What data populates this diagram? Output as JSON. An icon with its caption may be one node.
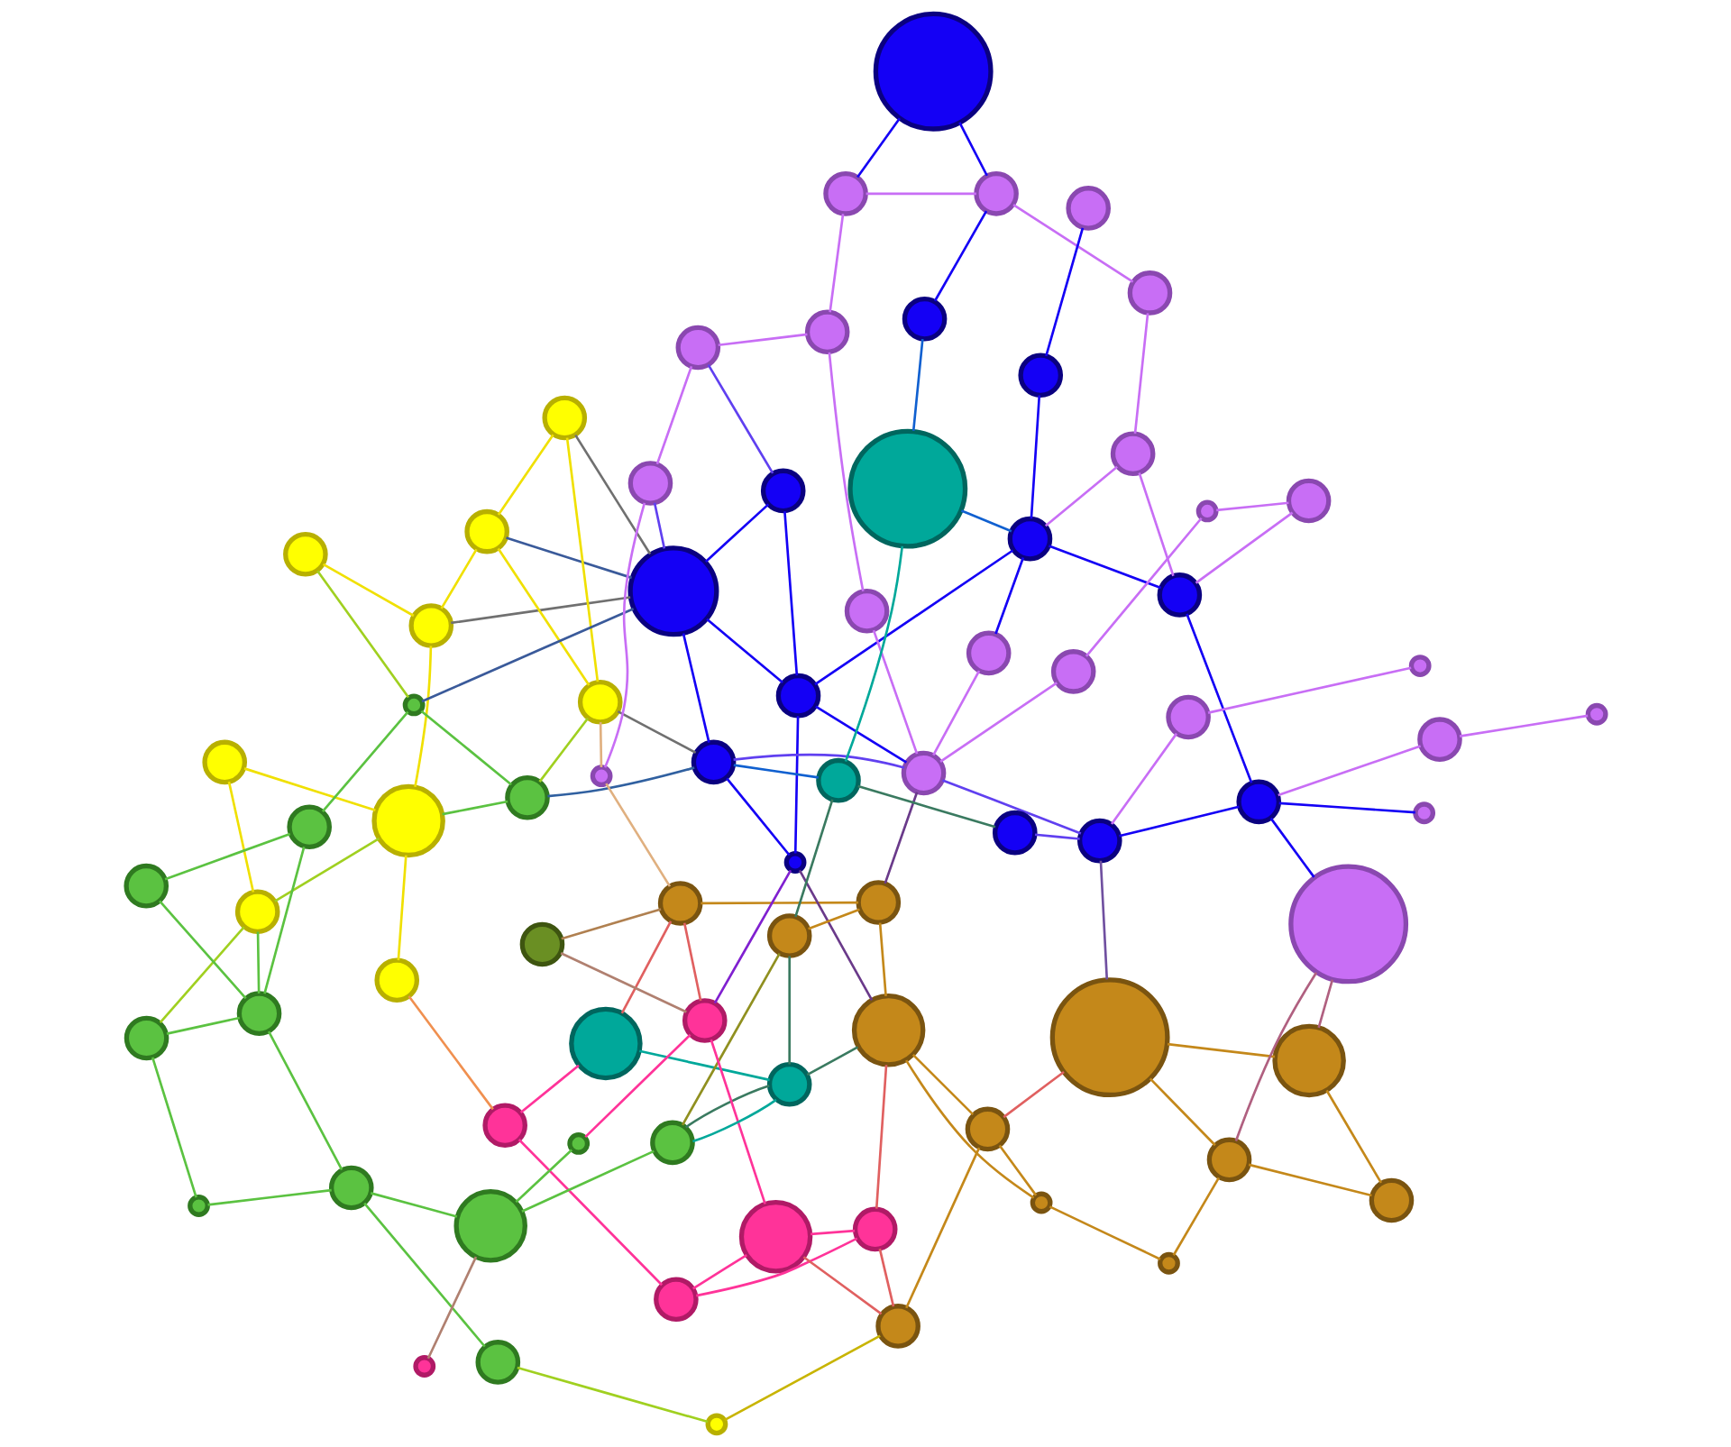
{
  "diagram": {
    "nodes": [
      {
        "text": [],
        "shape": "circle"
      },
      {
        "text": [],
        "shape": "circle"
      },
      {
        "text": [],
        "shape": "circle"
      },
      {
        "text": [],
        "shape": "circle"
      },
      {
        "text": [],
        "shape": "circle"
      },
      {
        "text": [],
        "shape": "circle"
      },
      {
        "text": [],
        "shape": "circle"
      },
      {
        "text": [],
        "shape": "circle"
      },
      {
        "text": [],
        "shape": "circle"
      },
      {
        "text": [],
        "shape": "circle"
      },
      {
        "text": [],
        "shape": "circle"
      },
      {
        "text": [],
        "shape": "circle"
      },
      {
        "text": [],
        "shape": "circle"
      },
      {
        "text": [],
        "shape": "circle"
      },
      {
        "text": [],
        "shape": "circle"
      },
      {
        "text": [],
        "shape": "circle"
      },
      {
        "text": [],
        "shape": "circle"
      },
      {
        "text": [],
        "shape": "circle"
      },
      {
        "text": [],
        "shape": "circle"
      },
      {
        "text": [],
        "shape": "circle"
      },
      {
        "text": [],
        "shape": "circle"
      },
      {
        "text": [],
        "shape": "circle"
      },
      {
        "text": [],
        "shape": "circle"
      },
      {
        "text": [],
        "shape": "circle"
      },
      {
        "text": [],
        "shape": "circle"
      },
      {
        "text": [],
        "shape": "circle"
      },
      {
        "text": [],
        "shape": "circle"
      },
      {
        "text": [],
        "shape": "circle"
      },
      {
        "text": [],
        "shape": "circle"
      },
      {
        "text": [],
        "shape": "circle"
      },
      {
        "text": [],
        "shape": "circle"
      },
      {
        "text": [],
        "shape": "circle"
      },
      {
        "text": [],
        "shape": "circle"
      },
      {
        "text": [],
        "shape": "circle"
      },
      {
        "text": [],
        "shape": "circle"
      },
      {
        "text": [],
        "shape": "circle"
      },
      {
        "text": [],
        "shape": "circle"
      },
      {
        "text": [],
        "shape": "circle"
      },
      {
        "text": [],
        "shape": "circle"
      },
      {
        "text": [],
        "shape": "circle"
      },
      {
        "text": [],
        "shape": "circle"
      },
      {
        "text": [],
        "shape": "circle"
      },
      {
        "text": [],
        "shape": "circle"
      },
      {
        "text": [],
        "shape": "circle"
      },
      {
        "text": [],
        "shape": "circle"
      },
      {
        "text": [],
        "shape": "circle"
      },
      {
        "text": [],
        "shape": "circle"
      },
      {
        "text": [],
        "shape": "circle"
      },
      {
        "text": [],
        "shape": "circle"
      },
      {
        "text": [],
        "shape": "circle"
      },
      {
        "text": [],
        "shape": "circle"
      },
      {
        "text": [],
        "shape": "circle"
      },
      {
        "text": [],
        "shape": "circle"
      },
      {
        "text": [],
        "shape": "circle"
      },
      {
        "text": [],
        "shape": "circle"
      },
      {
        "text": [],
        "shape": "circle"
      },
      {
        "text": [],
        "shape": "circle"
      },
      {
        "text": [],
        "shape": "circle"
      },
      {
        "text": [],
        "shape": "circle"
      },
      {
        "text": [],
        "shape": "circle"
      },
      {
        "text": [],
        "shape": "circle"
      },
      {
        "text": [],
        "shape": "circle"
      },
      {
        "text": [],
        "shape": "circle"
      },
      {
        "text": [],
        "shape": "circle"
      },
      {
        "text": [],
        "shape": "circle"
      },
      {
        "text": [],
        "shape": "circle"
      },
      {
        "text": [],
        "shape": "circle"
      },
      {
        "text": [],
        "shape": "circle"
      },
      {
        "text": [],
        "shape": "circle"
      },
      {
        "text": [],
        "shape": "circle"
      },
      {
        "text": [],
        "shape": "circle"
      },
      {
        "text": [],
        "shape": "circle"
      },
      {
        "text": [],
        "shape": "circle"
      },
      {
        "text": [],
        "shape": "circle"
      },
      {
        "text": [],
        "shape": "circle"
      },
      {
        "text": [],
        "shape": "circle"
      },
      {
        "text": [],
        "shape": "circle"
      },
      {
        "text": [],
        "shape": "circle"
      },
      {
        "text": [],
        "shape": "circle"
      }
    ],
    "edges": [
      {
        "from": 0,
        "to": 4,
        "arrow": "none",
        "color": "#f0e000"
      },
      {
        "from": 1,
        "to": 2,
        "arrow": "none",
        "color": "#f0e000"
      },
      {
        "from": 2,
        "to": 3,
        "arrow": "none",
        "color": "#f0e000"
      },
      {
        "from": 1,
        "to": 38,
        "arrow": "none",
        "color": "#707070"
      },
      {
        "from": 2,
        "to": 38,
        "arrow": "none",
        "color": "#3a5a9a"
      },
      {
        "from": 3,
        "to": 38,
        "arrow": "none",
        "color": "#707070"
      },
      {
        "from": 0,
        "to": 12,
        "arrow": "none",
        "color": "#f0e000"
      },
      {
        "from": 4,
        "to": 12,
        "arrow": "none",
        "color": "#a0d020"
      },
      {
        "from": 4,
        "to": 10,
        "arrow": "none",
        "color": "#5bc241"
      },
      {
        "from": 4,
        "to": 11,
        "arrow": "none",
        "color": "#a0d020"
      },
      {
        "from": 2,
        "to": 9,
        "arrow": "none",
        "color": "#f0e000"
      },
      {
        "from": 3,
        "to": 9,
        "arrow": "none",
        "color": "#f0e000"
      },
      {
        "from": 9,
        "to": 13,
        "arrow": "none",
        "color": "#a0d020"
      },
      {
        "from": 12,
        "to": 13,
        "arrow": "none",
        "color": "#5bc241"
      },
      {
        "from": 7,
        "to": 8,
        "arrow": "none",
        "color": "#a0d020"
      },
      {
        "from": 8,
        "to": 13,
        "arrow": "none",
        "color": "#5bc241"
      },
      {
        "from": 8,
        "to": 38,
        "arrow": "none",
        "color": "#3a5a9a"
      },
      {
        "from": 1,
        "to": 7,
        "arrow": "none",
        "color": "#f0e000"
      },
      {
        "from": 1,
        "to": 12,
        "arrow": "none",
        "color": "#f0e000"
      },
      {
        "from": 5,
        "to": 6,
        "arrow": "none",
        "color": "#5bc241"
      },
      {
        "from": 5,
        "to": 10,
        "arrow": "none",
        "color": "#5bc241"
      },
      {
        "from": 5,
        "to": 8,
        "arrow": "none",
        "color": "#5bc241"
      },
      {
        "from": 6,
        "to": 10,
        "arrow": "none",
        "color": "#5bc241"
      },
      {
        "from": 10,
        "to": 16,
        "arrow": "none",
        "color": "#5bc241"
      },
      {
        "from": 16,
        "to": 22,
        "arrow": "none",
        "color": "#5bc241"
      },
      {
        "from": 10,
        "to": 11,
        "arrow": "none",
        "color": "#5bc241"
      },
      {
        "from": 11,
        "to": 14,
        "arrow": "none",
        "color": "#5bc241"
      },
      {
        "from": 14,
        "to": 16,
        "arrow": "none",
        "color": "#5bc241"
      },
      {
        "from": 16,
        "to": 23,
        "arrow": "none",
        "color": "#5bc241"
      },
      {
        "from": 12,
        "to": 15,
        "arrow": "none",
        "color": "#f0e000"
      },
      {
        "from": 15,
        "to": 17,
        "arrow": "none",
        "color": "#f09050"
      },
      {
        "from": 17,
        "to": 18,
        "arrow": "none",
        "color": "#ff3399"
      },
      {
        "from": 17,
        "to": 25,
        "arrow": "none",
        "color": "#ff3399"
      },
      {
        "from": 21,
        "to": 23,
        "arrow": "none",
        "color": "#b08070"
      },
      {
        "from": 22,
        "to": 29,
        "arrow": "none",
        "color": "#a0d020"
      },
      {
        "from": 29,
        "to": 32,
        "arrow": "none",
        "color": "#c8b400"
      },
      {
        "from": 23,
        "to": 24,
        "arrow": "none",
        "color": "#5bc241"
      },
      {
        "from": 18,
        "to": 19,
        "arrow": "none",
        "color": "#e06060"
      },
      {
        "from": 18,
        "to": 28,
        "arrow": "none",
        "color": "#00a89a"
      },
      {
        "from": 20,
        "to": 19,
        "arrow": "none",
        "color": "#b08050"
      },
      {
        "from": 20,
        "to": 27,
        "arrow": "none",
        "color": "#b08070"
      },
      {
        "from": 27,
        "to": 19,
        "arrow": "none",
        "color": "#e06060"
      },
      {
        "from": 27,
        "to": 30,
        "arrow": "none",
        "color": "#ff3399"
      },
      {
        "from": 25,
        "to": 30,
        "arrow": "none",
        "color": "#ff3399"
      },
      {
        "from": 25,
        "to": 31,
        "arrow": "none",
        "color": "#ff3399"
      },
      {
        "from": 30,
        "to": 31,
        "arrow": "none",
        "color": "#ff3399"
      },
      {
        "from": 30,
        "to": 32,
        "arrow": "none",
        "color": "#e06060"
      },
      {
        "from": 31,
        "to": 32,
        "arrow": "none",
        "color": "#e06060"
      },
      {
        "from": 32,
        "to": 34,
        "arrow": "none",
        "color": "#c4881a"
      },
      {
        "from": 31,
        "to": 33,
        "arrow": "none",
        "color": "#e06060"
      },
      {
        "from": 34,
        "to": 35,
        "arrow": "none",
        "color": "#c4881a"
      },
      {
        "from": 33,
        "to": 34,
        "arrow": "none",
        "color": "#c4881a"
      },
      {
        "from": 33,
        "to": 35,
        "arrow": "none",
        "color": "#c4881a"
      },
      {
        "from": 33,
        "to": 37,
        "arrow": "none",
        "color": "#c4881a"
      },
      {
        "from": 36,
        "to": 37,
        "arrow": "none",
        "color": "#c4881a"
      },
      {
        "from": 19,
        "to": 37,
        "arrow": "none",
        "color": "#c4881a"
      },
      {
        "from": 28,
        "to": 24,
        "arrow": "none",
        "color": "#00a89a"
      },
      {
        "from": 24,
        "to": 36,
        "arrow": "none",
        "color": "#909020"
      },
      {
        "from": 28,
        "to": 36,
        "arrow": "none",
        "color": "#3a7a60"
      },
      {
        "from": 37,
        "to": 59,
        "arrow": "none",
        "color": "#6a3a8a"
      },
      {
        "from": 36,
        "to": 62,
        "arrow": "none",
        "color": "#3a7a60"
      },
      {
        "from": 33,
        "to": 51,
        "arrow": "none",
        "color": "#6a3a8a"
      },
      {
        "from": 34,
        "to": 74,
        "arrow": "none",
        "color": "#e06060"
      },
      {
        "from": 35,
        "to": 78,
        "arrow": "none",
        "color": "#c4881a"
      },
      {
        "from": 78,
        "to": 75,
        "arrow": "none",
        "color": "#c4881a"
      },
      {
        "from": 75,
        "to": 74,
        "arrow": "none",
        "color": "#c4881a"
      },
      {
        "from": 76,
        "to": 75,
        "arrow": "none",
        "color": "#c4881a"
      },
      {
        "from": 76,
        "to": 77,
        "arrow": "none",
        "color": "#c4881a"
      },
      {
        "from": 74,
        "to": 77,
        "arrow": "none",
        "color": "#c4881a"
      },
      {
        "from": 77,
        "to": 73,
        "arrow": "none",
        "color": "#b06080"
      },
      {
        "from": 75,
        "to": 73,
        "arrow": "none",
        "color": "#b06080"
      },
      {
        "from": 38,
        "to": 39,
        "arrow": "none",
        "color": "#1400f5"
      },
      {
        "from": 39,
        "to": 40,
        "arrow": "none",
        "color": "#6040f0"
      },
      {
        "from": 38,
        "to": 41,
        "arrow": "none",
        "color": "#6040f0"
      },
      {
        "from": 38,
        "to": 49,
        "arrow": "none",
        "color": "#1400f5"
      },
      {
        "from": 38,
        "to": 57,
        "arrow": "none",
        "color": "#1400f5"
      },
      {
        "from": 39,
        "to": 49,
        "arrow": "none",
        "color": "#1400f5"
      },
      {
        "from": 40,
        "to": 41,
        "arrow": "none",
        "color": "#c86ef5"
      },
      {
        "from": 40,
        "to": 44,
        "arrow": "none",
        "color": "#c86ef5"
      },
      {
        "from": 41,
        "to": 43,
        "arrow": "none",
        "color": "#c86ef5"
      },
      {
        "from": 43,
        "to": 19,
        "arrow": "none",
        "color": "#e0b080"
      },
      {
        "from": 42,
        "to": 45,
        "arrow": "none",
        "color": "#1400f5"
      },
      {
        "from": 42,
        "to": 46,
        "arrow": "none",
        "color": "#1400f5"
      },
      {
        "from": 44,
        "to": 45,
        "arrow": "none",
        "color": "#c86ef5"
      },
      {
        "from": 45,
        "to": 46,
        "arrow": "none",
        "color": "#c86ef5"
      },
      {
        "from": 46,
        "to": 47,
        "arrow": "none",
        "color": "#1400f5"
      },
      {
        "from": 47,
        "to": 50,
        "arrow": "none",
        "color": "#1060d0"
      },
      {
        "from": 48,
        "to": 46,
        "arrow": "none",
        "color": "#c86ef5"
      },
      {
        "from": 48,
        "to": 56,
        "arrow": "none",
        "color": "#c86ef5"
      },
      {
        "from": 49,
        "to": 51,
        "arrow": "none",
        "color": "#1400f5"
      },
      {
        "from": 49,
        "to": 55,
        "arrow": "none",
        "color": "#1400f5"
      },
      {
        "from": 49,
        "to": 59,
        "arrow": "none",
        "color": "#1400f5"
      },
      {
        "from": 51,
        "to": 57,
        "arrow": "none",
        "color": "#1400f5"
      },
      {
        "from": 52,
        "to": 59,
        "arrow": "none",
        "color": "#c86ef5"
      },
      {
        "from": 52,
        "to": 44,
        "arrow": "none",
        "color": "#c86ef5"
      },
      {
        "from": 53,
        "to": 54,
        "arrow": "none",
        "color": "#1400f5"
      },
      {
        "from": 54,
        "to": 55,
        "arrow": "none",
        "color": "#1400f5"
      },
      {
        "from": 55,
        "to": 50,
        "arrow": "none",
        "color": "#1060d0"
      },
      {
        "from": 55,
        "to": 56,
        "arrow": "none",
        "color": "#c86ef5"
      },
      {
        "from": 55,
        "to": 58,
        "arrow": "none",
        "color": "#1400f5"
      },
      {
        "from": 58,
        "to": 59,
        "arrow": "none",
        "color": "#c86ef5"
      },
      {
        "from": 57,
        "to": 59,
        "arrow": "none",
        "color": "#6040f0"
      },
      {
        "from": 57,
        "to": 62,
        "arrow": "none",
        "color": "#1060d0"
      },
      {
        "from": 55,
        "to": 60,
        "arrow": "none",
        "color": "#1400f5"
      },
      {
        "from": 60,
        "to": 56,
        "arrow": "none",
        "color": "#c86ef5"
      },
      {
        "from": 60,
        "to": 63,
        "arrow": "none",
        "color": "#c86ef5"
      },
      {
        "from": 60,
        "to": 70,
        "arrow": "none",
        "color": "#1400f5"
      },
      {
        "from": 61,
        "to": 64,
        "arrow": "none",
        "color": "#c86ef5"
      },
      {
        "from": 62,
        "to": 50,
        "arrow": "none",
        "color": "#00a89a"
      },
      {
        "from": 62,
        "to": 68,
        "arrow": "none",
        "color": "#3a7a60"
      },
      {
        "from": 59,
        "to": 69,
        "arrow": "none",
        "color": "#6040f0"
      },
      {
        "from": 68,
        "to": 69,
        "arrow": "none",
        "color": "#6040f0"
      },
      {
        "from": 69,
        "to": 70,
        "arrow": "none",
        "color": "#1400f5"
      },
      {
        "from": 69,
        "to": 66,
        "arrow": "none",
        "color": "#c86ef5"
      },
      {
        "from": 70,
        "to": 72,
        "arrow": "none",
        "color": "#c86ef5"
      },
      {
        "from": 70,
        "to": 67,
        "arrow": "none",
        "color": "#1400f5"
      },
      {
        "from": 66,
        "to": 65,
        "arrow": "none",
        "color": "#c86ef5"
      },
      {
        "from": 63,
        "to": 64,
        "arrow": "none",
        "color": "#c86ef5"
      },
      {
        "from": 72,
        "to": 71,
        "arrow": "none",
        "color": "#c86ef5"
      },
      {
        "from": 73,
        "to": 70,
        "arrow": "none",
        "color": "#1400f5"
      },
      {
        "from": 74,
        "to": 69,
        "arrow": "none",
        "color": "#7050a0"
      },
      {
        "from": 27,
        "to": 51,
        "arrow": "none",
        "color": "#8020d0"
      },
      {
        "from": 9,
        "to": 57,
        "arrow": "none",
        "color": "#707070"
      },
      {
        "from": 13,
        "to": 57,
        "arrow": "none",
        "color": "#3060a0"
      },
      {
        "from": 9,
        "to": 43,
        "arrow": "none",
        "color": "#e0b080"
      },
      {
        "from": 28,
        "to": 33,
        "arrow": "none",
        "color": "#3a7a60"
      },
      {
        "from": 24,
        "to": 28,
        "arrow": "none",
        "color": "#3a7a60"
      },
      {
        "from": 61,
        "to": 59,
        "arrow": "none",
        "color": "#c86ef5"
      },
      {
        "from": 23,
        "to": 26,
        "arrow": "none",
        "color": "#5bc241"
      },
      {
        "from": 26,
        "to": 27,
        "arrow": "none",
        "color": "#ff3399"
      }
    ]
  }
}
